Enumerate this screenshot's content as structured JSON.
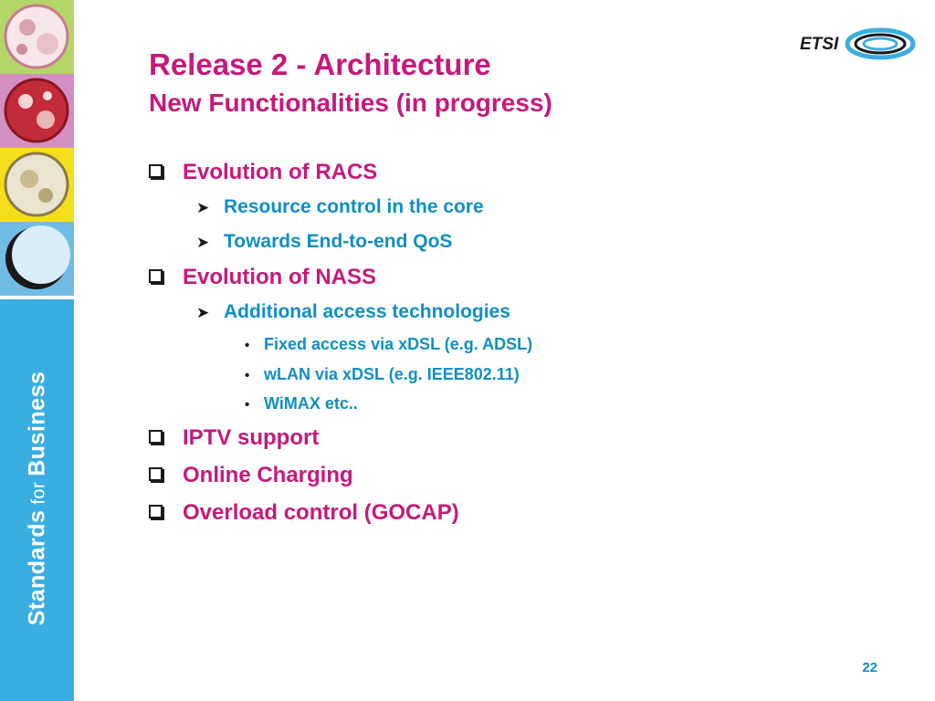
{
  "sidebar": {
    "brand": {
      "word1": "Standards",
      "word2": "for",
      "word3": "Business"
    },
    "tile_colors": [
      "#b4d568",
      "#d38fc2",
      "#f5df1c",
      "#71bce4"
    ]
  },
  "logo": {
    "text": "ETSI"
  },
  "slide": {
    "title": "Release 2 - Architecture",
    "subtitle": "New Functionalities (in progress)",
    "bullets": [
      {
        "text": "Evolution of RACS"
      },
      {
        "text": "Resource control in the core"
      },
      {
        "text": "Towards End-to-end QoS"
      },
      {
        "text": "Evolution of NASS"
      },
      {
        "text": "Additional access technologies"
      },
      {
        "text": "Fixed access via xDSL (e.g. ADSL)"
      },
      {
        "text": "wLAN via xDSL (e.g. IEEE802.11)"
      },
      {
        "text": "WiMAX etc.."
      },
      {
        "text": "IPTV support"
      },
      {
        "text": "Online Charging"
      },
      {
        "text": "Overload control (GOCAP)"
      }
    ]
  },
  "footer": {
    "page_number": "22"
  }
}
